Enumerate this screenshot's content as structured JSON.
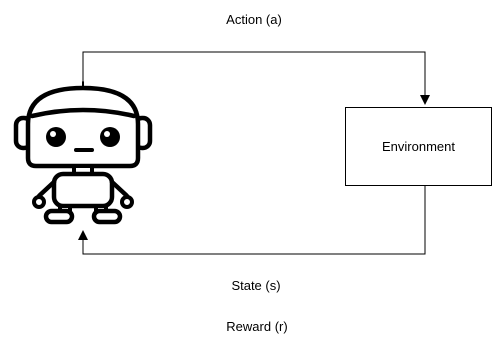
{
  "diagram": {
    "action_label": "Action (a)",
    "environment_label": "Environment",
    "state_label": "State (s)",
    "reward_label": "Reward (r)",
    "agent_icon": "robot-icon",
    "line_color": "#000000",
    "background_color": "#ffffff"
  }
}
